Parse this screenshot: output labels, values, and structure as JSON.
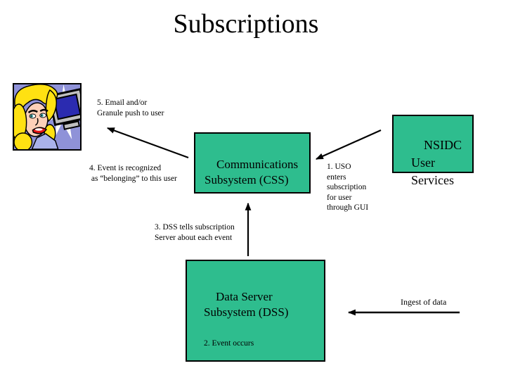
{
  "title": "Subscriptions",
  "colors": {
    "box_green": "#2ebd8e",
    "clipart_background": "#8f92d8",
    "hair_yellow": "#ffe112",
    "lips_red": "#e51515"
  },
  "labels": {
    "step5": "5. Email and/or\nGranule push to user",
    "step4": "4. Event is recognized\n as “belonging” to this user",
    "step3": "3. DSS tells subscription\nServer about each event",
    "step1": "1. USO\nenters\nsubscription\nfor user\nthrough GUI",
    "ingest": "Ingest of data"
  },
  "boxes": {
    "css": "Communications\nSubsystem (CSS)",
    "nsidc": "NSIDC\nUser\nServices",
    "dss": "Data Server\nSubsystem (DSS)",
    "dss_note": "2. Event occurs"
  },
  "clipart": {
    "name": "woman-at-computer",
    "description": "pop-art woman looking at computer monitor"
  }
}
